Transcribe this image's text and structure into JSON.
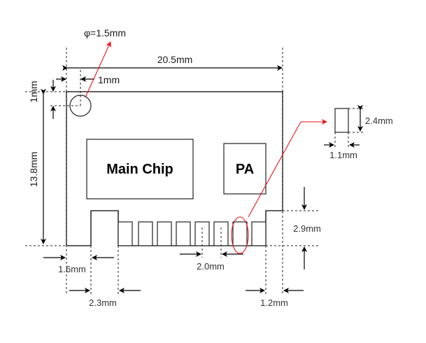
{
  "diagram": {
    "title": "Module dimension drawing",
    "components": {
      "main_chip": "Main Chip",
      "pa": "PA"
    },
    "dimensions": {
      "hole_diameter": "φ=1.5mm",
      "board_width": "20.5mm",
      "hole_offset_x": "1mm",
      "hole_offset_y": "1mm",
      "board_height": "13.8mm",
      "left_margin": "1.6mm",
      "wide_pad_width": "2.3mm",
      "pad_pitch": "2.0mm",
      "antenna_step_height": "2.9mm",
      "right_offset": "1.2mm",
      "pad_height": "2.4mm",
      "pad_width": "1.1mm"
    },
    "colors": {
      "callout": "#e8141b",
      "outline": "#000000"
    },
    "small_pad_count": 8
  }
}
